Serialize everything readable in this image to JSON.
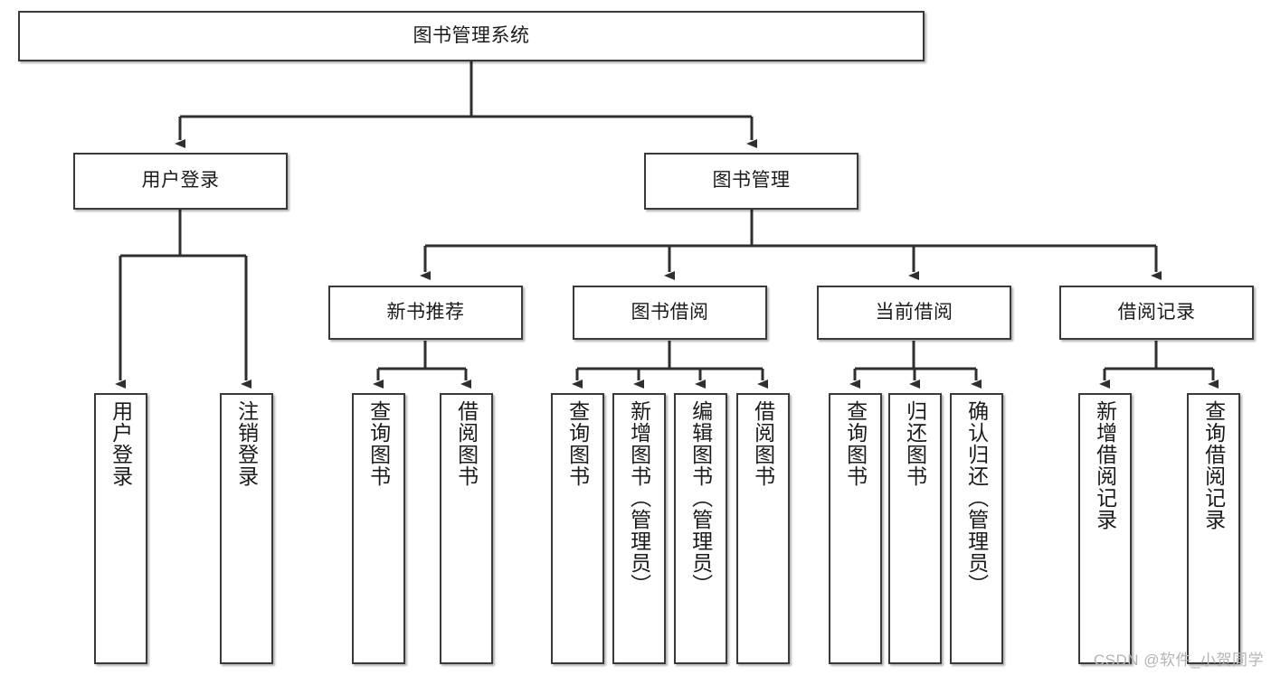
{
  "diagram": {
    "title_node": {
      "label": "图书管理系统"
    },
    "level2": [
      {
        "id": "user-login",
        "label": "用户登录"
      },
      {
        "id": "book-management",
        "label": "图书管理"
      }
    ],
    "level3": [
      {
        "id": "new-book-recommend",
        "label": "新书推荐"
      },
      {
        "id": "book-borrow",
        "label": "图书借阅"
      },
      {
        "id": "current-borrow",
        "label": "当前借阅"
      },
      {
        "id": "borrow-record",
        "label": "借阅记录"
      }
    ],
    "leaves": {
      "user_login": [
        {
          "id": "leaf-user-login",
          "label": "用户登录"
        },
        {
          "id": "leaf-logout-login",
          "label": "注销登录"
        }
      ],
      "new_book_recommend": [
        {
          "id": "leaf-query-book-1",
          "label": "查询图书"
        },
        {
          "id": "leaf-borrow-book-1",
          "label": "借阅图书"
        }
      ],
      "book_borrow": [
        {
          "id": "leaf-query-book-2",
          "label": "查询图书"
        },
        {
          "id": "leaf-add-book-admin",
          "label": "新增图书（管理员）"
        },
        {
          "id": "leaf-edit-book-admin",
          "label": "编辑图书（管理员）"
        },
        {
          "id": "leaf-borrow-book-2",
          "label": "借阅图书"
        }
      ],
      "current_borrow": [
        {
          "id": "leaf-query-book-3",
          "label": "查询图书"
        },
        {
          "id": "leaf-return-book",
          "label": "归还图书"
        },
        {
          "id": "leaf-confirm-return-admin",
          "label": "确认归还（管理员）"
        }
      ],
      "borrow_record": [
        {
          "id": "leaf-add-borrow-record",
          "label": "新增借阅记录"
        },
        {
          "id": "leaf-query-borrow-record",
          "label": "查询借阅记录"
        }
      ]
    }
  },
  "watermark": {
    "text": "CSDN @软件_小贺同学"
  },
  "colors": {
    "box_border": "#3a3a3a",
    "connector": "#2f2f2f",
    "text": "#1b1b1b",
    "background": "#ffffff",
    "watermark": "#b4b4b4"
  }
}
